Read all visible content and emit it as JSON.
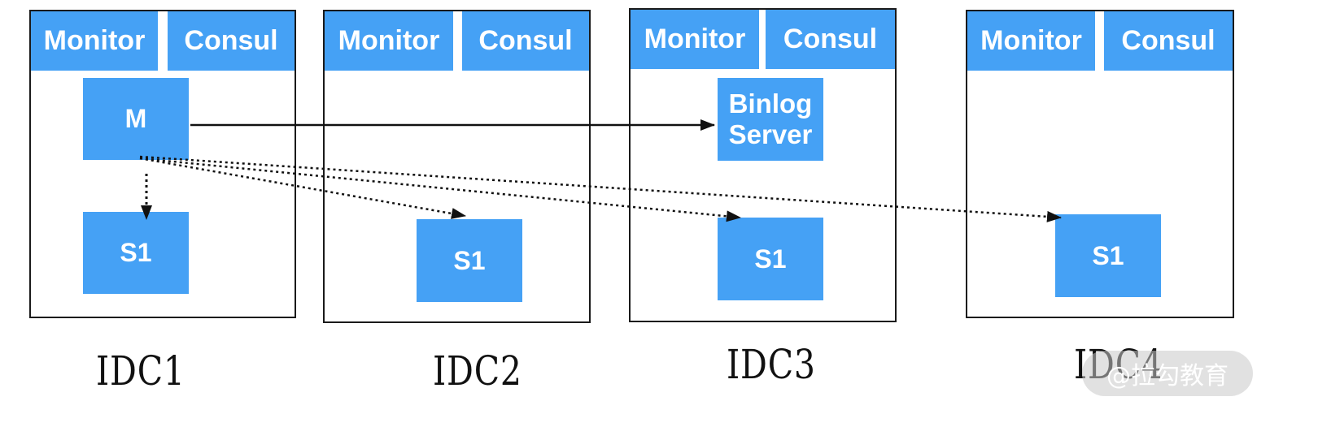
{
  "idcs": [
    {
      "label": "IDC1",
      "monitor": "Monitor",
      "consul": "Consul",
      "master": "M",
      "slave": "S1"
    },
    {
      "label": "IDC2",
      "monitor": "Monitor",
      "consul": "Consul",
      "slave": "S1"
    },
    {
      "label": "IDC3",
      "monitor": "Monitor",
      "consul": "Consul",
      "binlog_line1": "Binlog",
      "binlog_line2": "Server",
      "slave": "S1"
    },
    {
      "label": "IDC4",
      "monitor": "Monitor",
      "consul": "Consul",
      "slave": "S1"
    }
  ],
  "watermark": "@拉勾教育",
  "colors": {
    "node_fill": "#45a1f5",
    "node_text": "#ffffff",
    "border": "#1a1a1a"
  }
}
